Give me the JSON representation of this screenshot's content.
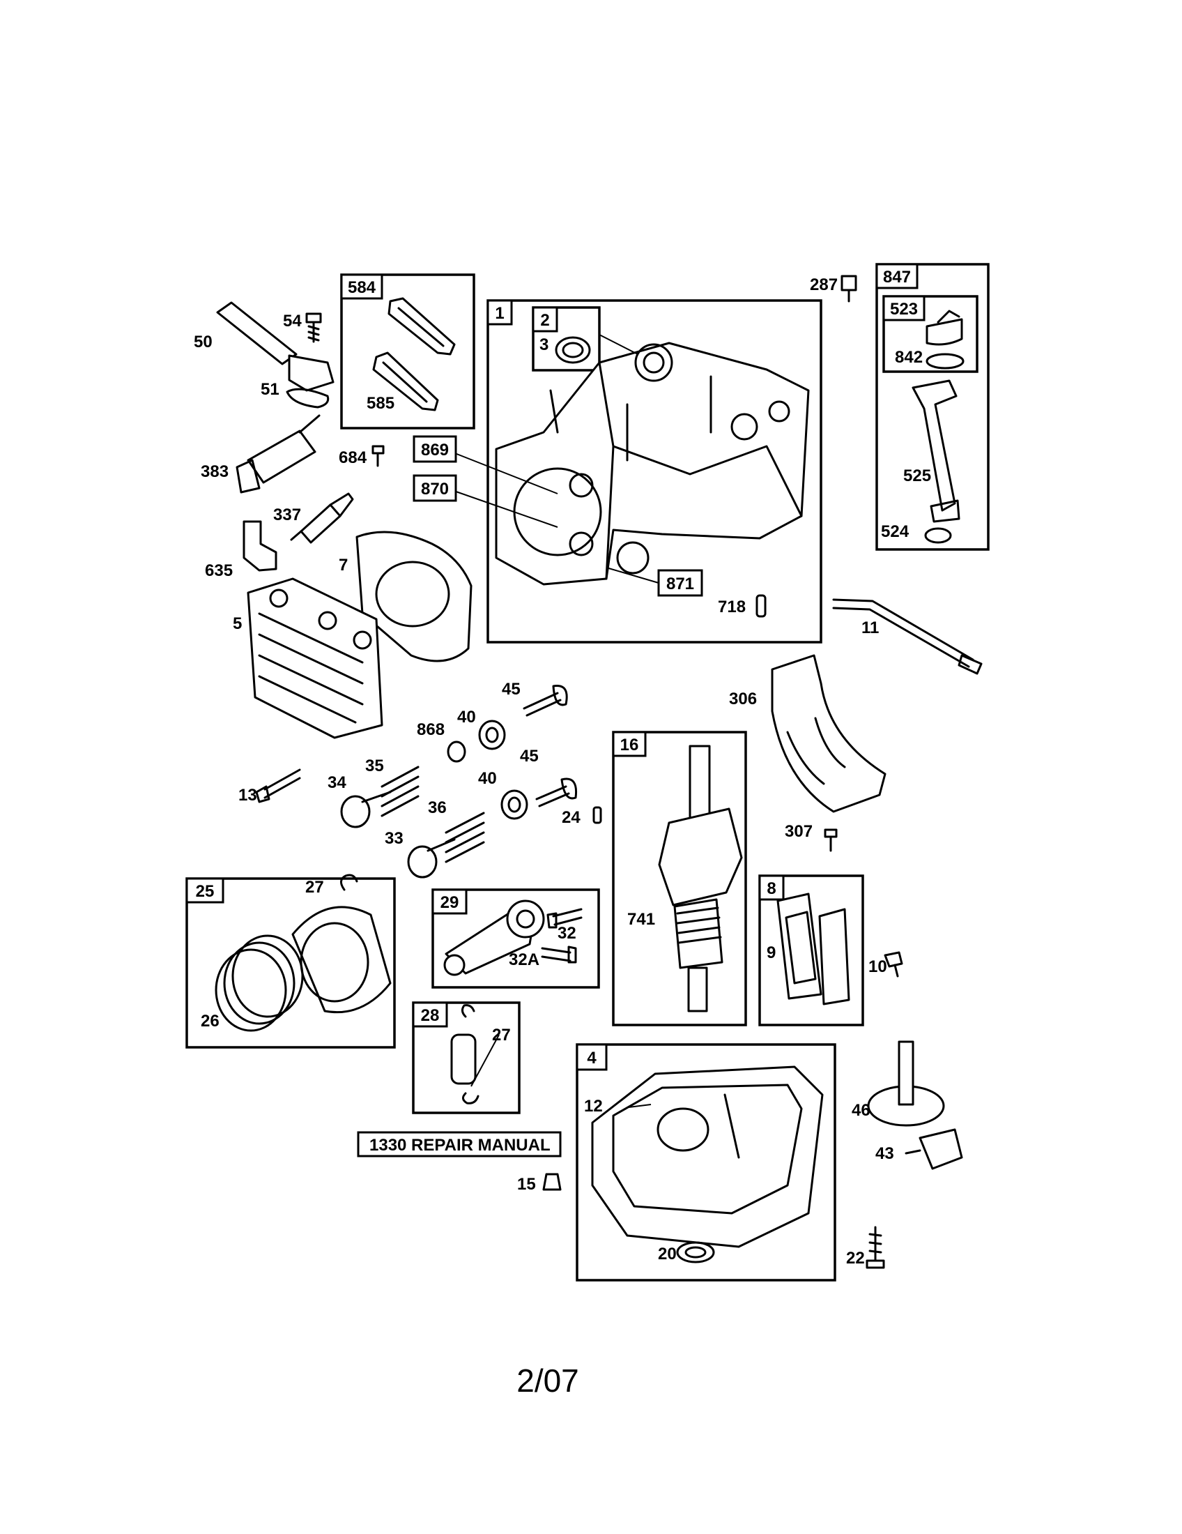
{
  "manual_label": "1330 REPAIR MANUAL",
  "footer": "2/07",
  "kits": [
    {
      "key": "k584",
      "label": "584"
    },
    {
      "key": "k1",
      "label": "1"
    },
    {
      "key": "k2",
      "label": "2"
    },
    {
      "key": "k869",
      "label": "869"
    },
    {
      "key": "k870",
      "label": "870"
    },
    {
      "key": "k871",
      "label": "871"
    },
    {
      "key": "k847",
      "label": "847"
    },
    {
      "key": "k523",
      "label": "523"
    },
    {
      "key": "k16",
      "label": "16"
    },
    {
      "key": "k25",
      "label": "25"
    },
    {
      "key": "k29",
      "label": "29"
    },
    {
      "key": "k8",
      "label": "8"
    },
    {
      "key": "k28",
      "label": "28"
    },
    {
      "key": "k4",
      "label": "4"
    }
  ],
  "callouts": [
    {
      "key": "c54",
      "label": "54"
    },
    {
      "key": "c50",
      "label": "50"
    },
    {
      "key": "c51",
      "label": "51"
    },
    {
      "key": "c585",
      "label": "585"
    },
    {
      "key": "c383",
      "label": "383"
    },
    {
      "key": "c684",
      "label": "684"
    },
    {
      "key": "c337",
      "label": "337"
    },
    {
      "key": "c635",
      "label": "635"
    },
    {
      "key": "c7",
      "label": "7"
    },
    {
      "key": "c5",
      "label": "5"
    },
    {
      "key": "c3",
      "label": "3"
    },
    {
      "key": "c287",
      "label": "287"
    },
    {
      "key": "c842",
      "label": "842"
    },
    {
      "key": "c525",
      "label": "525"
    },
    {
      "key": "c524",
      "label": "524"
    },
    {
      "key": "c718",
      "label": "718"
    },
    {
      "key": "c11",
      "label": "11"
    },
    {
      "key": "c306",
      "label": "306"
    },
    {
      "key": "c45a",
      "label": "45"
    },
    {
      "key": "c40a",
      "label": "40"
    },
    {
      "key": "c868",
      "label": "868"
    },
    {
      "key": "c45b",
      "label": "45"
    },
    {
      "key": "c40b",
      "label": "40"
    },
    {
      "key": "c35",
      "label": "35"
    },
    {
      "key": "c34",
      "label": "34"
    },
    {
      "key": "c13",
      "label": "13"
    },
    {
      "key": "c36",
      "label": "36"
    },
    {
      "key": "c33",
      "label": "33"
    },
    {
      "key": "c24",
      "label": "24"
    },
    {
      "key": "c307",
      "label": "307"
    },
    {
      "key": "c27a",
      "label": "27"
    },
    {
      "key": "c26",
      "label": "26"
    },
    {
      "key": "c32",
      "label": "32"
    },
    {
      "key": "c32a",
      "label": "32A"
    },
    {
      "key": "c741",
      "label": "741"
    },
    {
      "key": "c9",
      "label": "9"
    },
    {
      "key": "c10",
      "label": "10"
    },
    {
      "key": "c27b",
      "label": "27"
    },
    {
      "key": "c12",
      "label": "12"
    },
    {
      "key": "c46",
      "label": "46"
    },
    {
      "key": "c43",
      "label": "43"
    },
    {
      "key": "c15",
      "label": "15"
    },
    {
      "key": "c20",
      "label": "20"
    },
    {
      "key": "c22",
      "label": "22"
    }
  ]
}
